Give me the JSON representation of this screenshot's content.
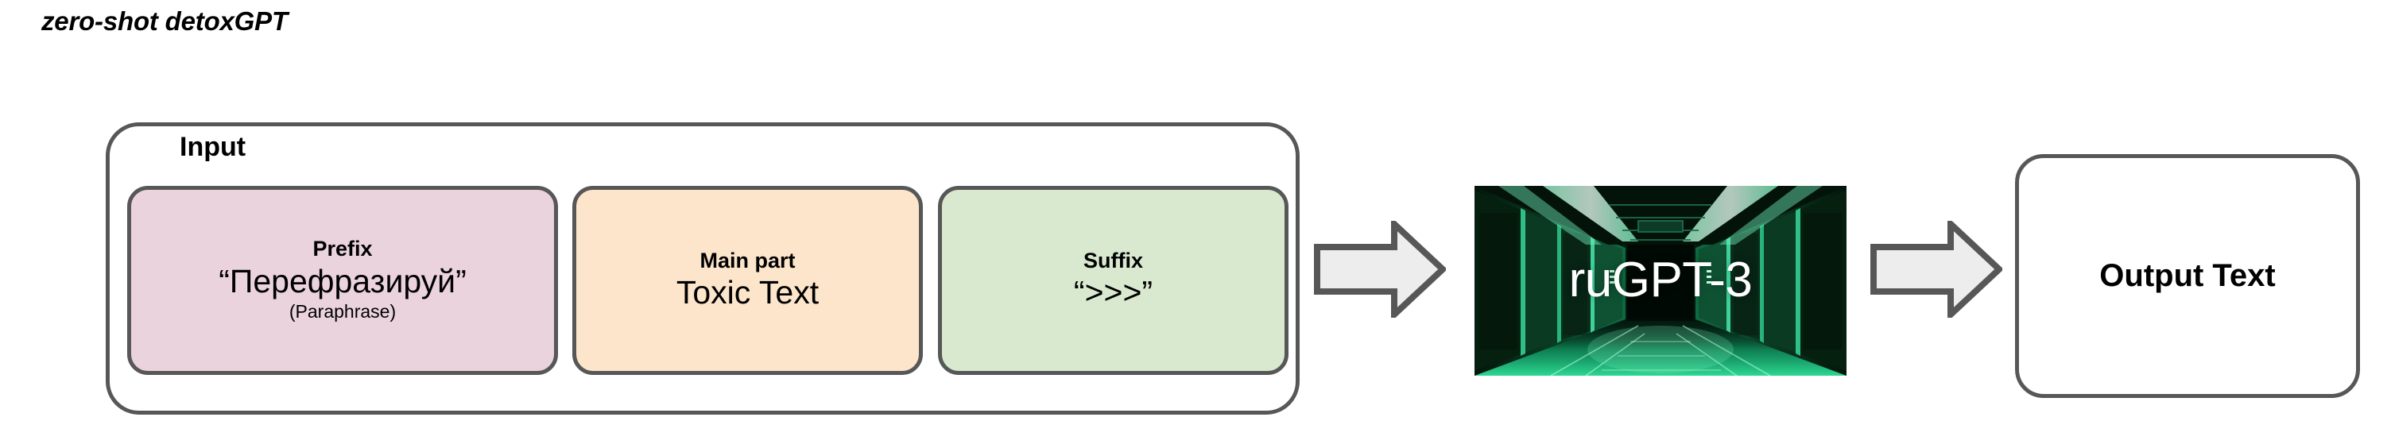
{
  "figure": {
    "title": "zero-shot detoxGPT"
  },
  "input": {
    "label": "Input",
    "slots": [
      {
        "name": "prefix",
        "heading": "Prefix",
        "value": "“Перефразируй”",
        "sub": "(Paraphrase)",
        "fill": "#EBD3DE"
      },
      {
        "name": "main-part",
        "heading": "Main part",
        "value": "Toxic Text",
        "sub": "",
        "fill": "#FCE5CB"
      },
      {
        "name": "suffix",
        "heading": "Suffix",
        "value": "“>>>”",
        "sub": "",
        "fill": "#D9E9D0"
      }
    ]
  },
  "model": {
    "caption": "ruGPT-3",
    "image_description": "green-server-room-corridor-photo",
    "caption_color": "#FFFFFF"
  },
  "output": {
    "label": "Output Text"
  },
  "arrows": [
    {
      "name": "arrow-input-to-model",
      "direction": "right"
    },
    {
      "name": "arrow-model-to-output",
      "direction": "right"
    }
  ],
  "colors": {
    "stroke": "#575757",
    "arrow_fill": "#EDEDED",
    "background": "#FFFFFF",
    "text": "#000000"
  }
}
